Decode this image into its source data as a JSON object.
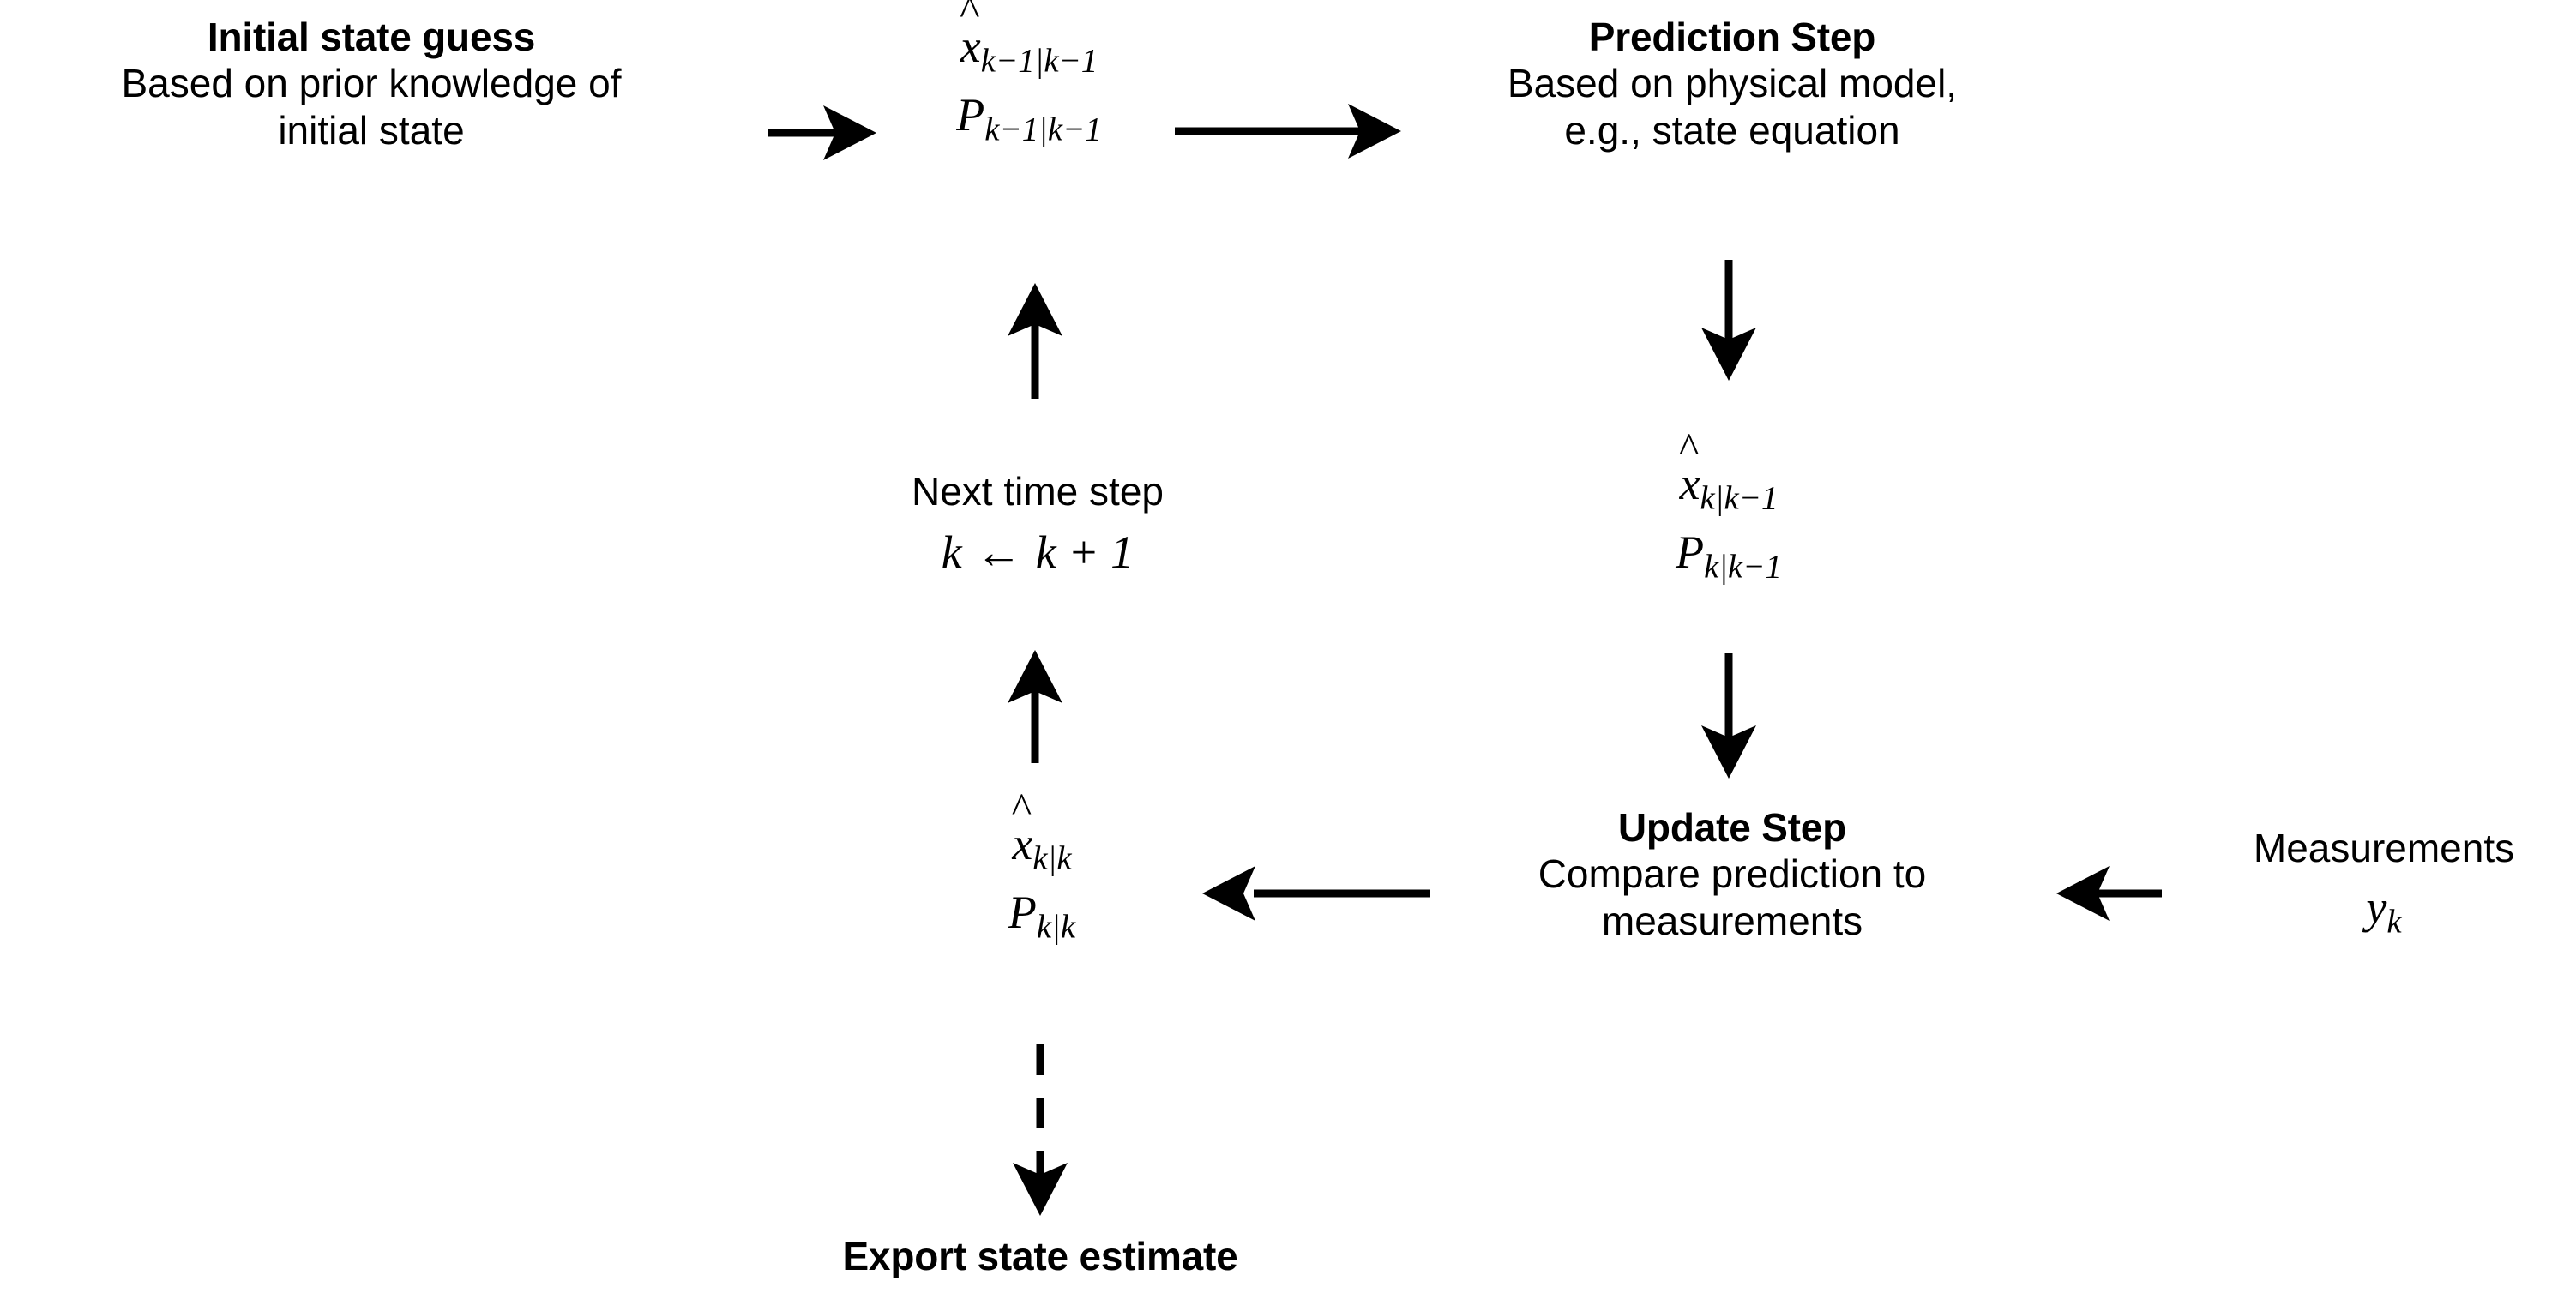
{
  "diagram": {
    "title": "Kalman filter recursive loop flowchart",
    "background_color": "#ffffff",
    "ink_color": "#000000"
  },
  "nodes": {
    "initial_state": {
      "heading": "Initial state guess",
      "line1": "Based on prior knowledge of",
      "line2": "initial state"
    },
    "prior_estimate": {
      "x_symbol": "x",
      "x_hat": "^",
      "x_sub": "k−1|k−1",
      "p_symbol": "P",
      "p_sub": "k−1|k−1"
    },
    "prediction_step": {
      "heading": "Prediction Step",
      "line1": "Based on physical model,",
      "line2": "e.g., state equation"
    },
    "predicted_estimate": {
      "x_symbol": "x",
      "x_hat": "^",
      "x_sub": "k|k−1",
      "p_symbol": "P",
      "p_sub": "k|k−1"
    },
    "update_step": {
      "heading": "Update Step",
      "line1": "Compare prediction to",
      "line2": "measurements"
    },
    "measurements": {
      "label": "Measurements",
      "symbol": "y",
      "sub": "k"
    },
    "posterior_estimate": {
      "x_symbol": "x",
      "x_hat": "^",
      "x_sub": "k|k",
      "p_symbol": "P",
      "p_sub": "k|k"
    },
    "next_time_step": {
      "label": "Next time step",
      "equation_lhs": "k",
      "equation_arrow": "←",
      "equation_rhs": "k + 1"
    },
    "export_state": {
      "label": "Export state estimate"
    }
  },
  "edges": [
    {
      "name": "initial-to-prior",
      "style": "solid",
      "direction": "right"
    },
    {
      "name": "prior-to-prediction",
      "style": "solid",
      "direction": "right"
    },
    {
      "name": "prediction-to-predicted",
      "style": "solid",
      "direction": "down"
    },
    {
      "name": "predicted-to-update",
      "style": "solid",
      "direction": "down"
    },
    {
      "name": "measurements-to-update",
      "style": "solid",
      "direction": "left"
    },
    {
      "name": "update-to-posterior",
      "style": "solid",
      "direction": "left"
    },
    {
      "name": "posterior-to-next-step",
      "style": "solid",
      "direction": "up"
    },
    {
      "name": "next-step-to-prior",
      "style": "solid",
      "direction": "up"
    },
    {
      "name": "posterior-to-export",
      "style": "dashed",
      "direction": "down"
    }
  ]
}
